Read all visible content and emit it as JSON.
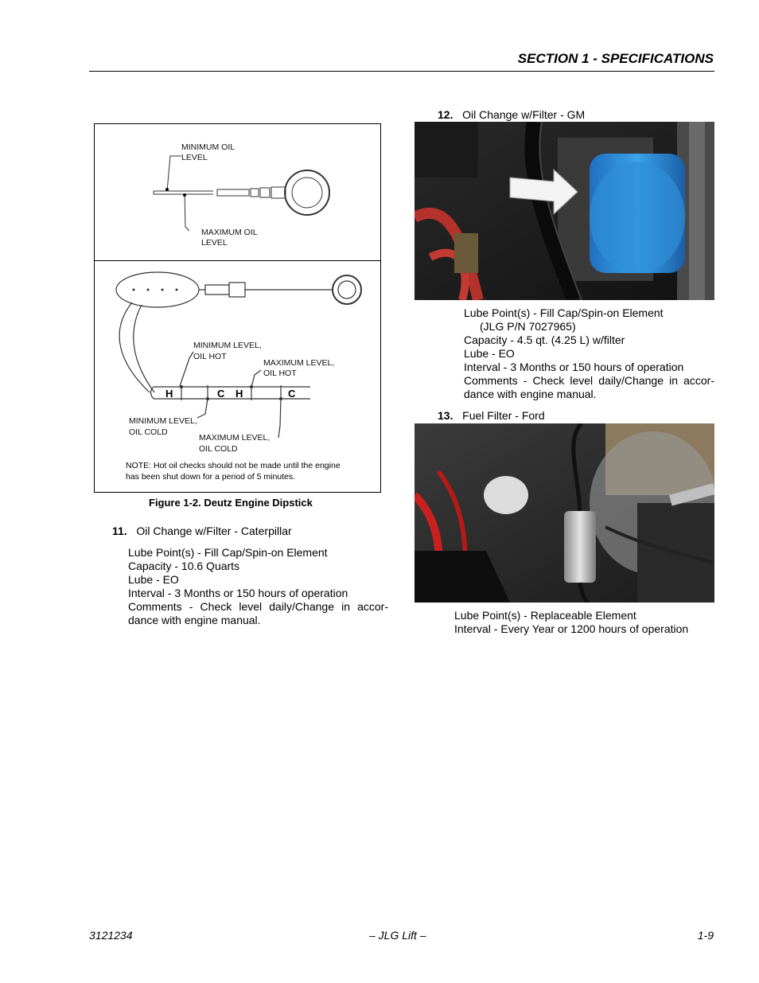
{
  "header": {
    "section_title": "SECTION 1 - SPECIFICATIONS"
  },
  "figure": {
    "top_labels": {
      "min_oil_level": "MINIMUM OIL\nLEVEL",
      "max_oil_level": "MAXIMUM OIL\nLEVEL"
    },
    "bottom_labels": {
      "min_hot": "MINIMUM LEVEL,\nOIL HOT",
      "max_hot": "MAXIMUM LEVEL,\nOIL HOT",
      "min_cold": "MINIMUM LEVEL,\nOIL COLD",
      "max_cold": "MAXIMUM LEVEL,\nOIL COLD"
    },
    "stick_letters": [
      "H",
      "C",
      "H",
      "C"
    ],
    "note": "NOTE: Hot oil checks should not be made until the engine\nhas been shut down for a period of 5 minutes.",
    "caption": "Figure 1-2.  Deutz Engine Dipstick"
  },
  "items": {
    "item11": {
      "number": "11.",
      "title": "Oil Change w/Filter - Caterpillar",
      "lines": [
        "Lube Point(s) - Fill Cap/Spin-on Element",
        "Capacity - 10.6 Quarts",
        "Lube - EO",
        "Interval - 3 Months or 150 hours of operation"
      ],
      "comments": "Comments - Check level daily/Change in accor-dance with engine manual."
    },
    "item12": {
      "number": "12.",
      "title": "Oil Change w/Filter - GM",
      "lines": [
        "Lube Point(s) - Fill Cap/Spin-on Element",
        "(JLG P/N 7027965)",
        "Capacity - 4.5 qt. (4.25 L) w/filter",
        "Lube - EO",
        "Interval - 3 Months or 150 hours of operation"
      ],
      "comments": "Comments - Check level daily/Change in accor-dance with engine manual."
    },
    "item13": {
      "number": "13.",
      "title": "Fuel Filter - Ford",
      "lines": [
        "Lube Point(s) - Replaceable Element",
        "Interval - Every Year or 1200 hours of operation"
      ]
    }
  },
  "footer": {
    "doc_number": "3121234",
    "center": "– JLG Lift –",
    "page": "1-9"
  }
}
